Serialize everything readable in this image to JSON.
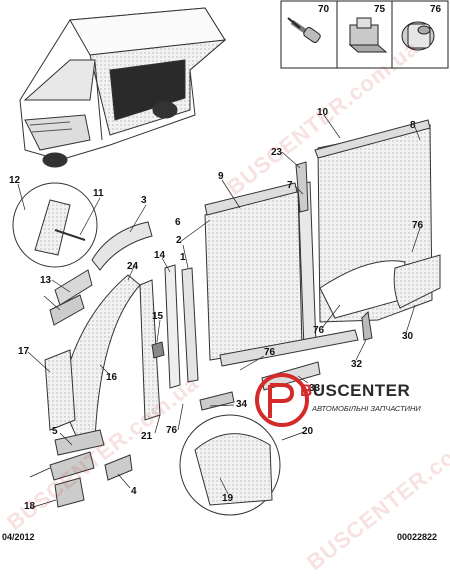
{
  "fasteners": [
    {
      "ref": "70",
      "icon": "screw-icon"
    },
    {
      "ref": "75",
      "icon": "clip-nut-icon"
    },
    {
      "ref": "76",
      "icon": "plug-icon"
    }
  ],
  "callouts": [
    "1",
    "2",
    "3",
    "4",
    "5",
    "6",
    "7",
    "8",
    "9",
    "10",
    "11",
    "12",
    "13",
    "14",
    "15",
    "16",
    "17",
    "18",
    "19",
    "20",
    "21",
    "23",
    "24",
    "30",
    "32",
    "33",
    "34",
    "76"
  ],
  "footer": {
    "date": "04/2012",
    "ref": "00022822"
  },
  "watermark": {
    "text": "BUSCENTER.com.ua"
  },
  "brand": {
    "name": "BUSCENTER",
    "name_prefix": "B",
    "name_rest": "USCENTER",
    "tagline": "АВТОМОБІЛЬНІ ЗАПЧАСТИНИ",
    "color_red": "#d42a2a",
    "color_dark": "#2b2b2b"
  }
}
